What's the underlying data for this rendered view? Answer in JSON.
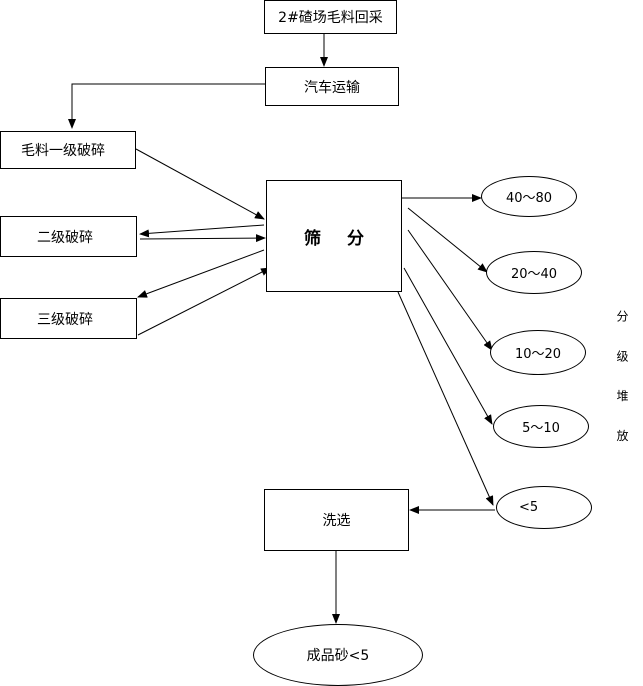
{
  "nodes": {
    "source": "2#碴场毛料回采",
    "transport": "汽车运输",
    "crush1": "毛料一级破碎",
    "crush2": "二级破碎",
    "crush3": "三级破碎",
    "screen": "筛 分",
    "grade1": "40～80",
    "grade2": "20～40",
    "grade3": "10～20",
    "grade4": "5～10",
    "grade5": "<5",
    "wash": "洗选",
    "product": "成品砂<5"
  },
  "side_label": "分 级 堆 放",
  "edges": [
    {
      "from": "source",
      "to": "transport"
    },
    {
      "from": "transport",
      "to": "crush1"
    },
    {
      "from": "crush1",
      "to": "screen"
    },
    {
      "from": "screen",
      "to": "crush2"
    },
    {
      "from": "crush2",
      "to": "screen"
    },
    {
      "from": "screen",
      "to": "crush3"
    },
    {
      "from": "crush3",
      "to": "screen"
    },
    {
      "from": "screen",
      "to": "grade1"
    },
    {
      "from": "screen",
      "to": "grade2"
    },
    {
      "from": "screen",
      "to": "grade3"
    },
    {
      "from": "screen",
      "to": "grade4"
    },
    {
      "from": "screen",
      "to": "grade5"
    },
    {
      "from": "grade5",
      "to": "wash"
    },
    {
      "from": "wash",
      "to": "product"
    }
  ],
  "colors": {
    "line": "#000000",
    "fill": "#ffffff"
  }
}
